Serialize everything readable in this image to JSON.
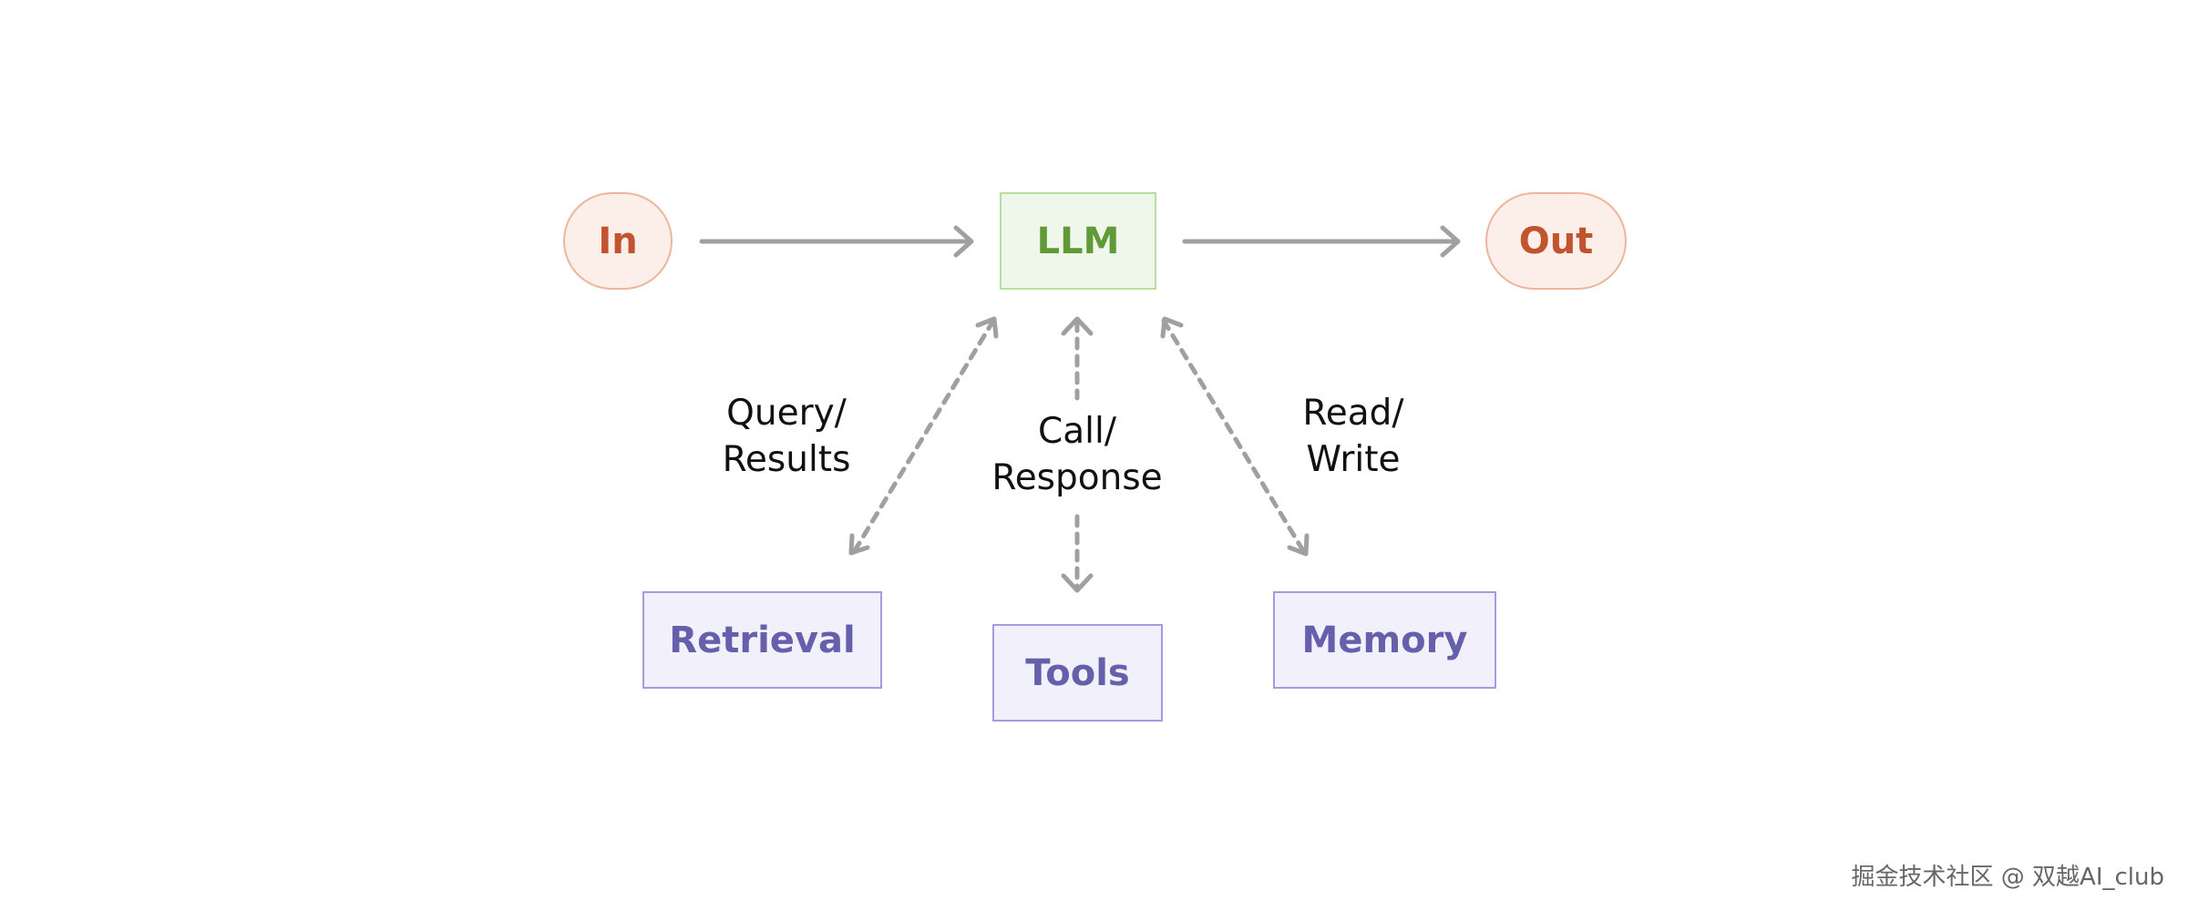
{
  "nodes": {
    "in": "In",
    "llm": "LLM",
    "out": "Out",
    "retrieval": "Retrieval",
    "tools": "Tools",
    "memory": "Memory"
  },
  "edge_labels": {
    "retrieval": [
      "Query/",
      "Results"
    ],
    "tools": [
      "Call/",
      "Response"
    ],
    "memory": [
      "Read/",
      "Write"
    ]
  },
  "watermark": "掘金技术社区 @ 双越AI_club",
  "colors": {
    "pill_fill": "#fcefe9",
    "pill_stroke": "#eeb59d",
    "pill_text": "#c2532f",
    "llm_fill": "#eff7ea",
    "llm_stroke": "#b5df9c",
    "llm_text": "#5f9a36",
    "aux_fill": "#f2f0fa",
    "aux_stroke": "#a99ae0",
    "aux_text": "#6660ac",
    "arrow": "#a0a0a0"
  }
}
